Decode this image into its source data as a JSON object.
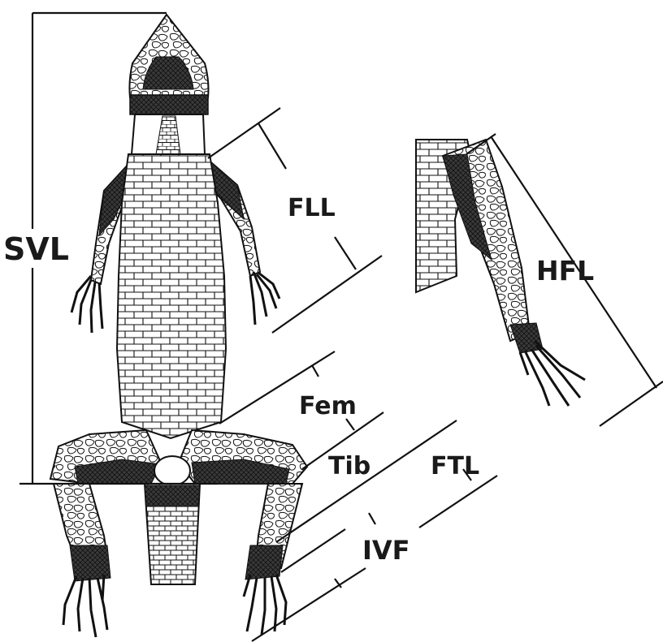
{
  "labels": {
    "svl": "SVL",
    "fll": "FLL",
    "hfl": "HFL",
    "fem": "Fem",
    "tib": "Tib",
    "ftl": "FTL",
    "ivf": "IVF"
  },
  "colors": {
    "ink": "#111111",
    "scale_fill": "#ffffff",
    "dark_scales": "#2a2a2a",
    "background": "#ffffff"
  }
}
